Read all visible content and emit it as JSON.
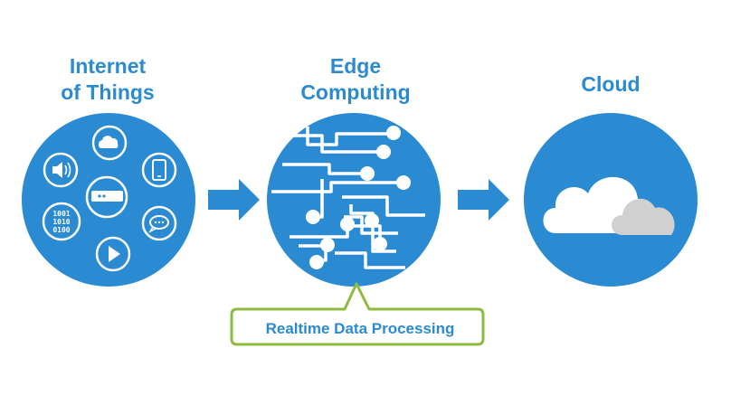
{
  "stages": {
    "iot": {
      "title": "Internet\nof Things"
    },
    "edge": {
      "title": "Edge\nComputing"
    },
    "cloud": {
      "title": "Cloud"
    }
  },
  "iot_icons": [
    {
      "icon": "cloud-icon"
    },
    {
      "icon": "smartphone-icon"
    },
    {
      "icon": "chat-bubble-icon"
    },
    {
      "icon": "play-icon"
    },
    {
      "icon": "binary-data-icon",
      "text": "1001\n1010\n0100"
    },
    {
      "icon": "speaker-icon"
    },
    {
      "icon": "router-device-icon"
    }
  ],
  "callout": {
    "label": "Realtime Data Processing"
  },
  "colors": {
    "primary_blue": "#2a8ad2",
    "callout_green": "#8dbb3f",
    "cloud_white": "#ffffff",
    "cloud_grey": "#d0d0d0"
  }
}
